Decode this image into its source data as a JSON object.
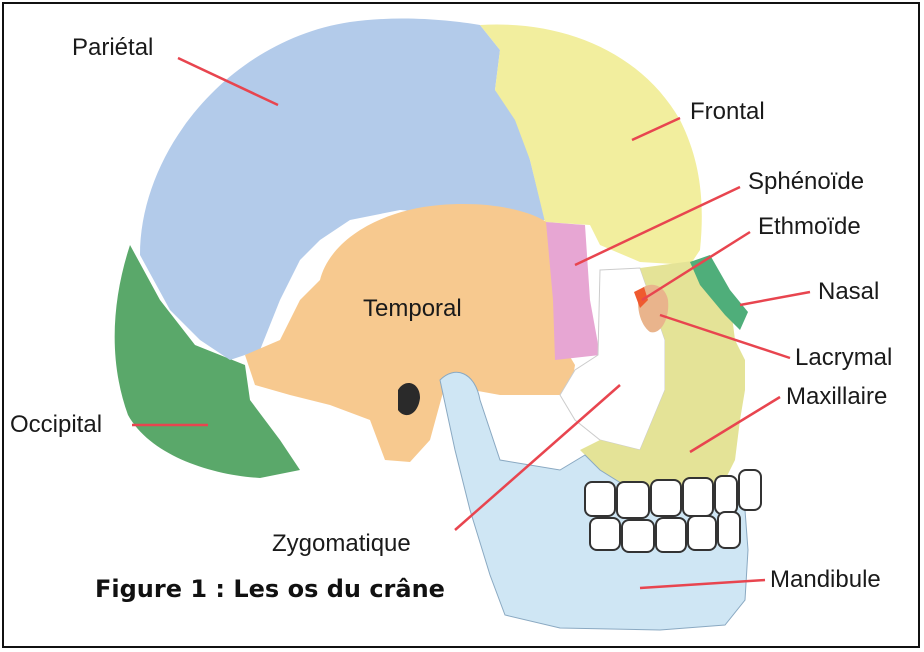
{
  "labels": {
    "parietal": "Pariétal",
    "frontal": "Frontal",
    "sphenoide": "Sphénoïde",
    "ethmoide": "Ethmoïde",
    "nasal": "Nasal",
    "lacrymal": "Lacrymal",
    "maxillaire": "Maxillaire",
    "temporal": "Temporal",
    "occipital": "Occipital",
    "zygomatique": "Zygomatique",
    "mandibule": "Mandibule"
  },
  "caption": "Figure 1 : Les os du crâne",
  "colors": {
    "parietal": "#b3cbea",
    "frontal": "#f2ee9e",
    "temporal": "#f7c98f",
    "occipital": "#5aa86a",
    "sphenoide": "#e7a6d3",
    "zygomatique": "#ffffff",
    "maxillaire": "#e4e397",
    "mandibule": "#cfe6f4",
    "nasal": "#4fae7a",
    "lacrymal": "#e9b48c",
    "ethmoide": "#ef5a2f",
    "leader_line": "#e8454f"
  }
}
